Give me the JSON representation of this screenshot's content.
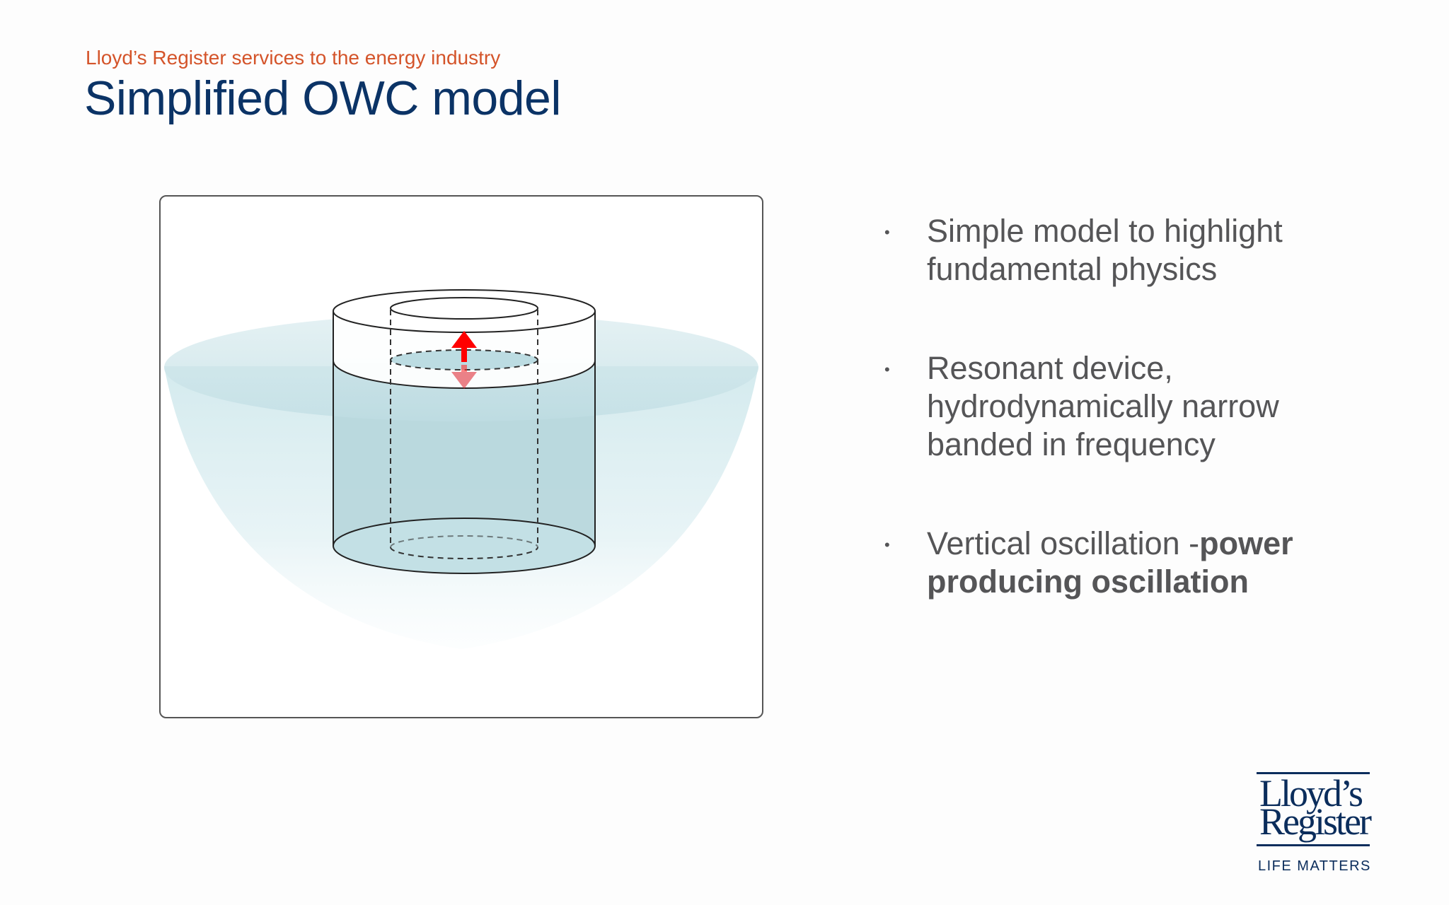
{
  "slide": {
    "subtitle": "Lloyd’s Register services to the energy industry",
    "title": "Simplified OWC model"
  },
  "bullets": [
    {
      "text": "Simple model to highlight fundamental physics"
    },
    {
      "text": "Resonant device, hydrodynamically narrow banded in frequency"
    },
    {
      "text_normal": "Vertical oscillation -",
      "text_bold": "power producing oscillation"
    }
  ],
  "bullet_symbol": "•",
  "logo": {
    "line1": "Lloyd’s",
    "line2": "Register",
    "tagline": "LIFE MATTERS"
  },
  "colors": {
    "subtitle": "#d4542a",
    "title": "#0b3366",
    "body_text": "#555557",
    "arrow": "#ff0000",
    "water": "#b9dce2",
    "logo": "#0b2d5c"
  },
  "icons": {
    "arrow_up": "arrow-up-icon",
    "arrow_down": "arrow-down-icon"
  }
}
